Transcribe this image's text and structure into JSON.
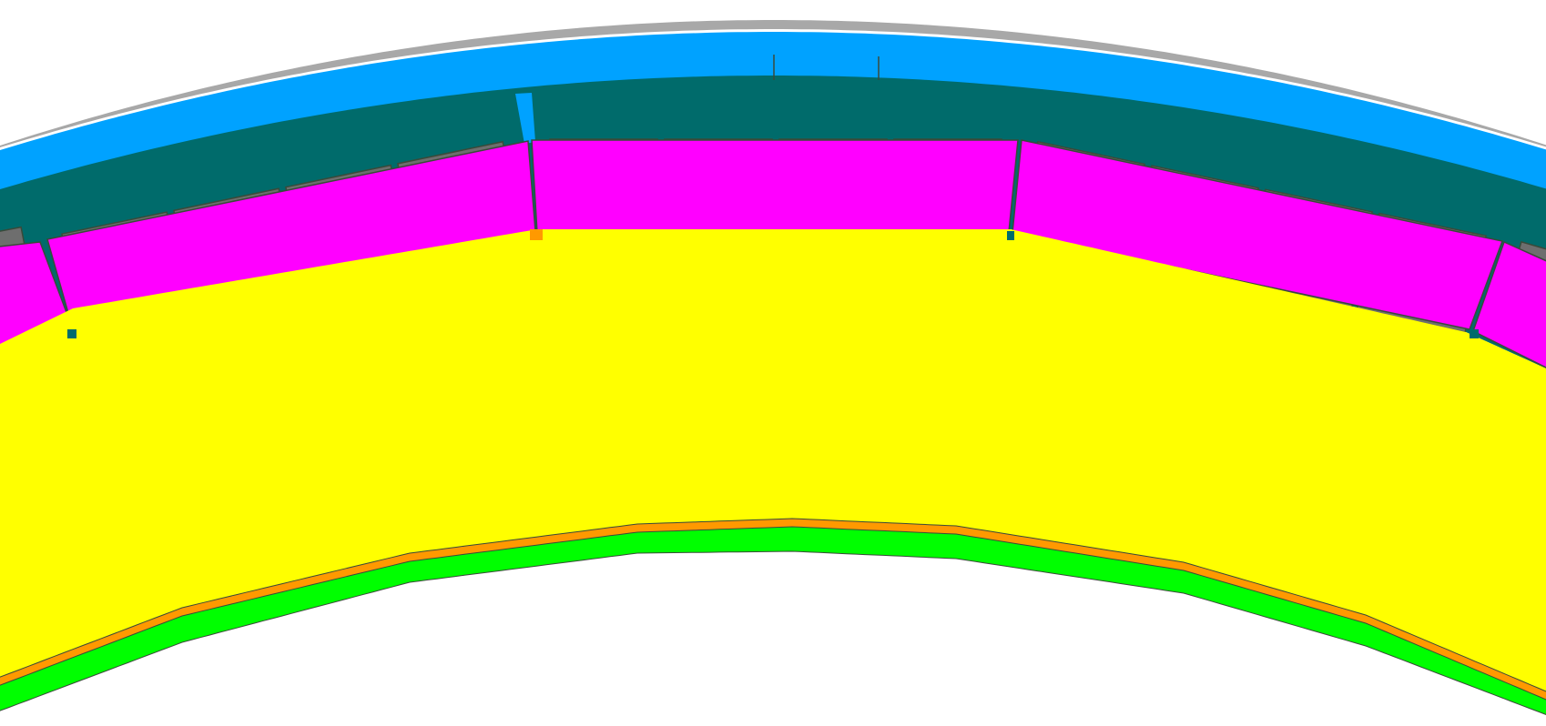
{
  "diagram": {
    "kind": "cross-section-arc",
    "labels": [],
    "layers": [
      {
        "name": "outer-cover",
        "color": "#a8a8a8"
      },
      {
        "name": "outer-band",
        "color": "#00a2ff"
      },
      {
        "name": "housing",
        "color": "#006b6b"
      },
      {
        "name": "cells",
        "color": "#6e6e6e"
      },
      {
        "name": "magnet-segments",
        "color": "#ff00ff"
      },
      {
        "name": "core",
        "color": "#ffff00"
      },
      {
        "name": "inner-lining",
        "color": "#ff9900"
      },
      {
        "name": "inner-band",
        "color": "#00ff00"
      }
    ],
    "outline_color": "#3a4a3a",
    "background": "#ffffff"
  }
}
